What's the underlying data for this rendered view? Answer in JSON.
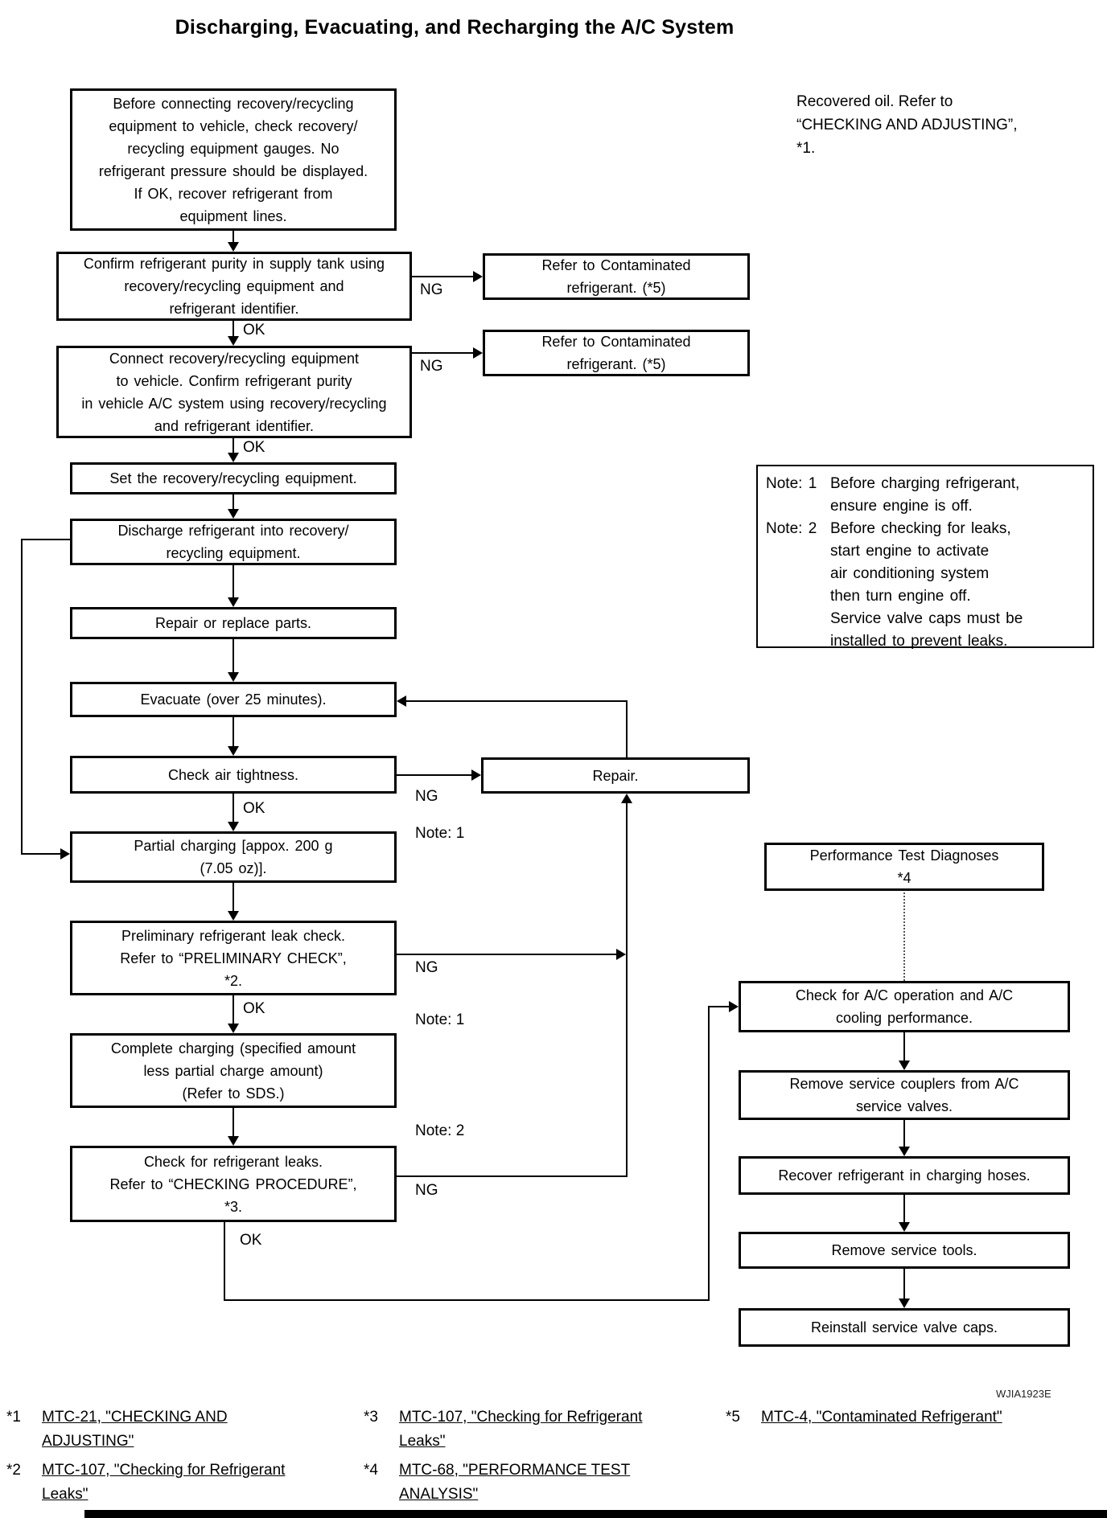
{
  "title": "Discharging, Evacuating, and Recharging the A/C System",
  "figure_code": "WJIA1923E",
  "labels": {
    "ok": "OK",
    "ng": "NG",
    "note1": "Note: 1",
    "note2": "Note: 2"
  },
  "recovered_oil": "Recovered oil. Refer to\n“CHECKING AND ADJUSTING”,\n*1.",
  "flow": {
    "check_gauges": "Before connecting recovery/recycling\nequipment to vehicle, check recovery/\nrecycling equipment gauges. No\nrefrigerant pressure should be displayed.\nIf OK, recover refrigerant from\nequipment lines.",
    "confirm_supply_purity": "Confirm refrigerant purity in supply tank using\nrecovery/recycling equipment and\nrefrigerant identifier.",
    "connect_confirm_vehicle_purity": "Connect recovery/recycling equipment\nto vehicle. Confirm refrigerant purity\nin vehicle A/C system using recovery/recycling\nand refrigerant identifier.",
    "set_equipment": "Set the recovery/recycling equipment.",
    "discharge": "Discharge refrigerant into recovery/\nrecycling equipment.",
    "repair_replace": "Repair or replace parts.",
    "evacuate": "Evacuate (over 25 minutes).",
    "check_air_tightness": "Check air tightness.",
    "partial_charging": "Partial charging [appox. 200 g\n(7.05 oz)].",
    "preliminary_leak_check": "Preliminary refrigerant leak check.\nRefer to “PRELIMINARY CHECK”,\n*2.",
    "complete_charging": "Complete charging (specified amount\nless partial charge amount)\n(Refer to SDS.)",
    "check_refrigerant_leaks": "Check for refrigerant leaks.\nRefer to “CHECKING PROCEDURE”,\n*3.",
    "contaminated_1": "Refer to Contaminated\nrefrigerant. (*5)",
    "contaminated_2": "Refer to Contaminated\nrefrigerant. (*5)",
    "repair": "Repair.",
    "performance_test": "Performance Test Diagnoses\n*4",
    "check_ac_operation": "Check for A/C operation and A/C\ncooling performance.",
    "remove_couplers": "Remove service couplers from A/C\nservice valves.",
    "recover_hoses": "Recover refrigerant in charging hoses.",
    "remove_tools": "Remove service tools.",
    "reinstall_caps": "Reinstall service valve caps."
  },
  "note_box": {
    "items": [
      {
        "label": "Note: 1",
        "text": "Before charging refrigerant,\nensure engine is off."
      },
      {
        "label": "Note: 2",
        "text": "Before checking for leaks,\nstart engine to activate\nair conditioning system\nthen turn engine off.\nService valve caps must be\ninstalled to prevent leaks."
      }
    ]
  },
  "footnotes": [
    {
      "marker": "*1",
      "text": "MTC-21, \"CHECKING AND\nADJUSTING\""
    },
    {
      "marker": "*2",
      "text": "MTC-107, \"Checking for Refrigerant\nLeaks\""
    },
    {
      "marker": "*3",
      "text": "MTC-107, \"Checking for Refrigerant\nLeaks\""
    },
    {
      "marker": "*4",
      "text": "MTC-68, \"PERFORMANCE TEST\nANALYSIS\""
    },
    {
      "marker": "*5",
      "text": "MTC-4, \"Contaminated Refrigerant\""
    }
  ]
}
